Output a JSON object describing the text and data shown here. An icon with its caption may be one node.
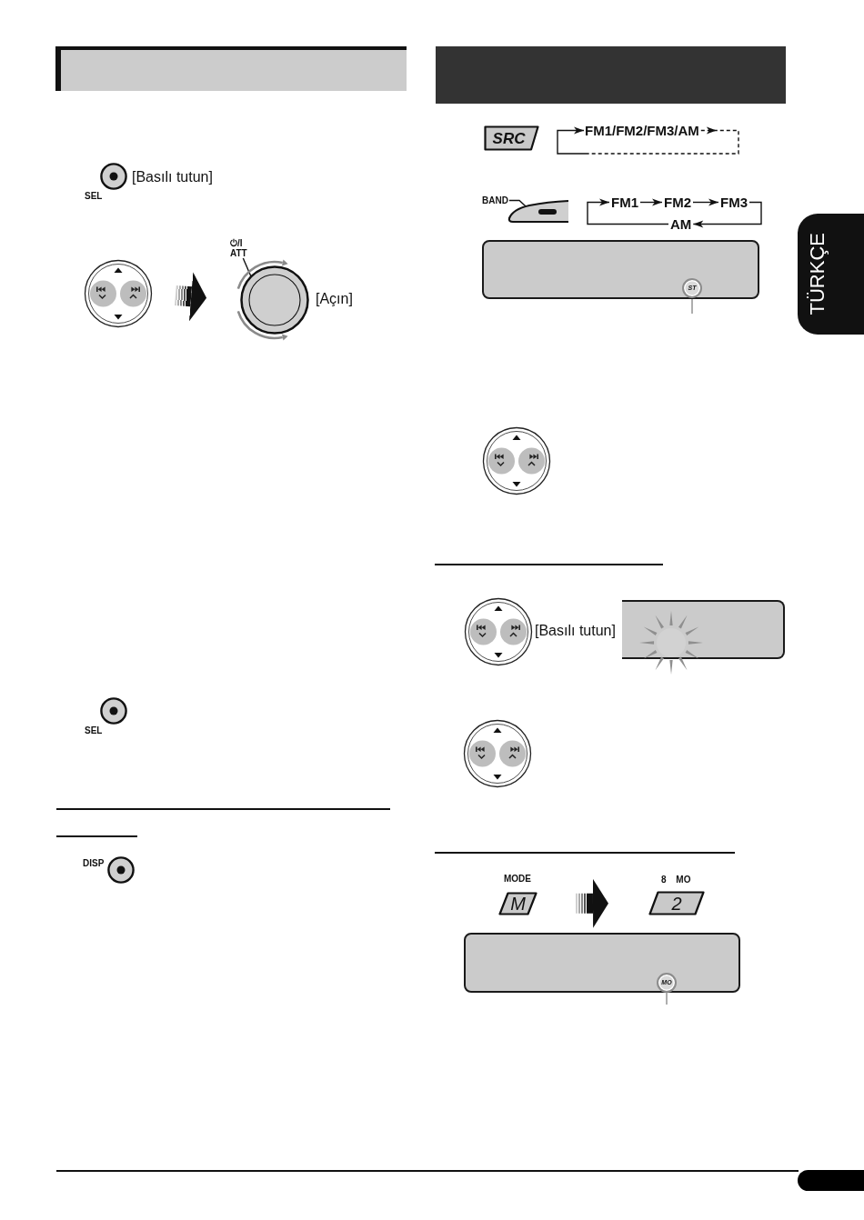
{
  "diagram": {
    "nodes": [
      {
        "text": [],
        "shape": "picture"
      },
      {
        "text": [
          "⏻/I ATT"
        ]
      },
      {
        "text": [],
        "shape": "picture",
        "beside": [
          "[Açın]"
        ]
      },
      {
        "text": [
          "SRC"
        ]
      },
      {
        "text": [
          "FM1/FM2/FM3/AM"
        ]
      },
      {
        "text": [
          "BAND"
        ]
      },
      {
        "text": [],
        "shape": "picture"
      },
      {
        "text": [
          "FM1"
        ]
      },
      {
        "text": [
          "FM2"
        ]
      },
      {
        "text": [
          "FM3"
        ]
      },
      {
        "text": [
          "AM"
        ]
      },
      {
        "text": [],
        "shape": "box"
      },
      {
        "text": [
          "ST"
        ],
        "in": 11
      },
      {
        "text": [],
        "shape": "picture"
      },
      {
        "text": [],
        "shape": "picture",
        "beside": [
          "[Basılı tutun]"
        ]
      },
      {
        "text": [],
        "shape": "picture"
      },
      {
        "text": [
          "M"
        ],
        "beside": [
          "MODE"
        ]
      },
      {
        "text": [
          "2"
        ],
        "beside": [
          "8 MO"
        ]
      },
      {
        "text": [],
        "shape": "box"
      },
      {
        "text": [
          "MO"
        ],
        "in": 18
      },
      {
        "text": [
          "TÜRKÇE"
        ]
      }
    ],
    "edges": [
      {
        "from": 0,
        "to": 2,
        "arrow": "to",
        "style": "thick"
      },
      {
        "from": 1,
        "to": 2,
        "arrow": "none"
      },
      {
        "from": 4,
        "to": 4,
        "arrow": "to",
        "style": "dashed"
      },
      {
        "from": 5,
        "to": 6,
        "arrow": "none"
      },
      {
        "from": 7,
        "to": 8,
        "arrow": "to"
      },
      {
        "from": 8,
        "to": 9,
        "arrow": "to"
      },
      {
        "from": 9,
        "to": 10,
        "arrow": "to"
      },
      {
        "from": 10,
        "to": 7,
        "arrow": "to"
      },
      {
        "from": null,
        "to": 12,
        "arrow": "none",
        "color": "#8c8c8c"
      },
      {
        "from": 16,
        "to": 17,
        "arrow": "to",
        "style": "thick"
      },
      {
        "from": null,
        "to": 19,
        "arrow": "none",
        "color": "#8c8c8c"
      }
    ],
    "labels": [
      "[Basılı tutun]",
      "SEL",
      "SEL",
      "DISP"
    ]
  }
}
